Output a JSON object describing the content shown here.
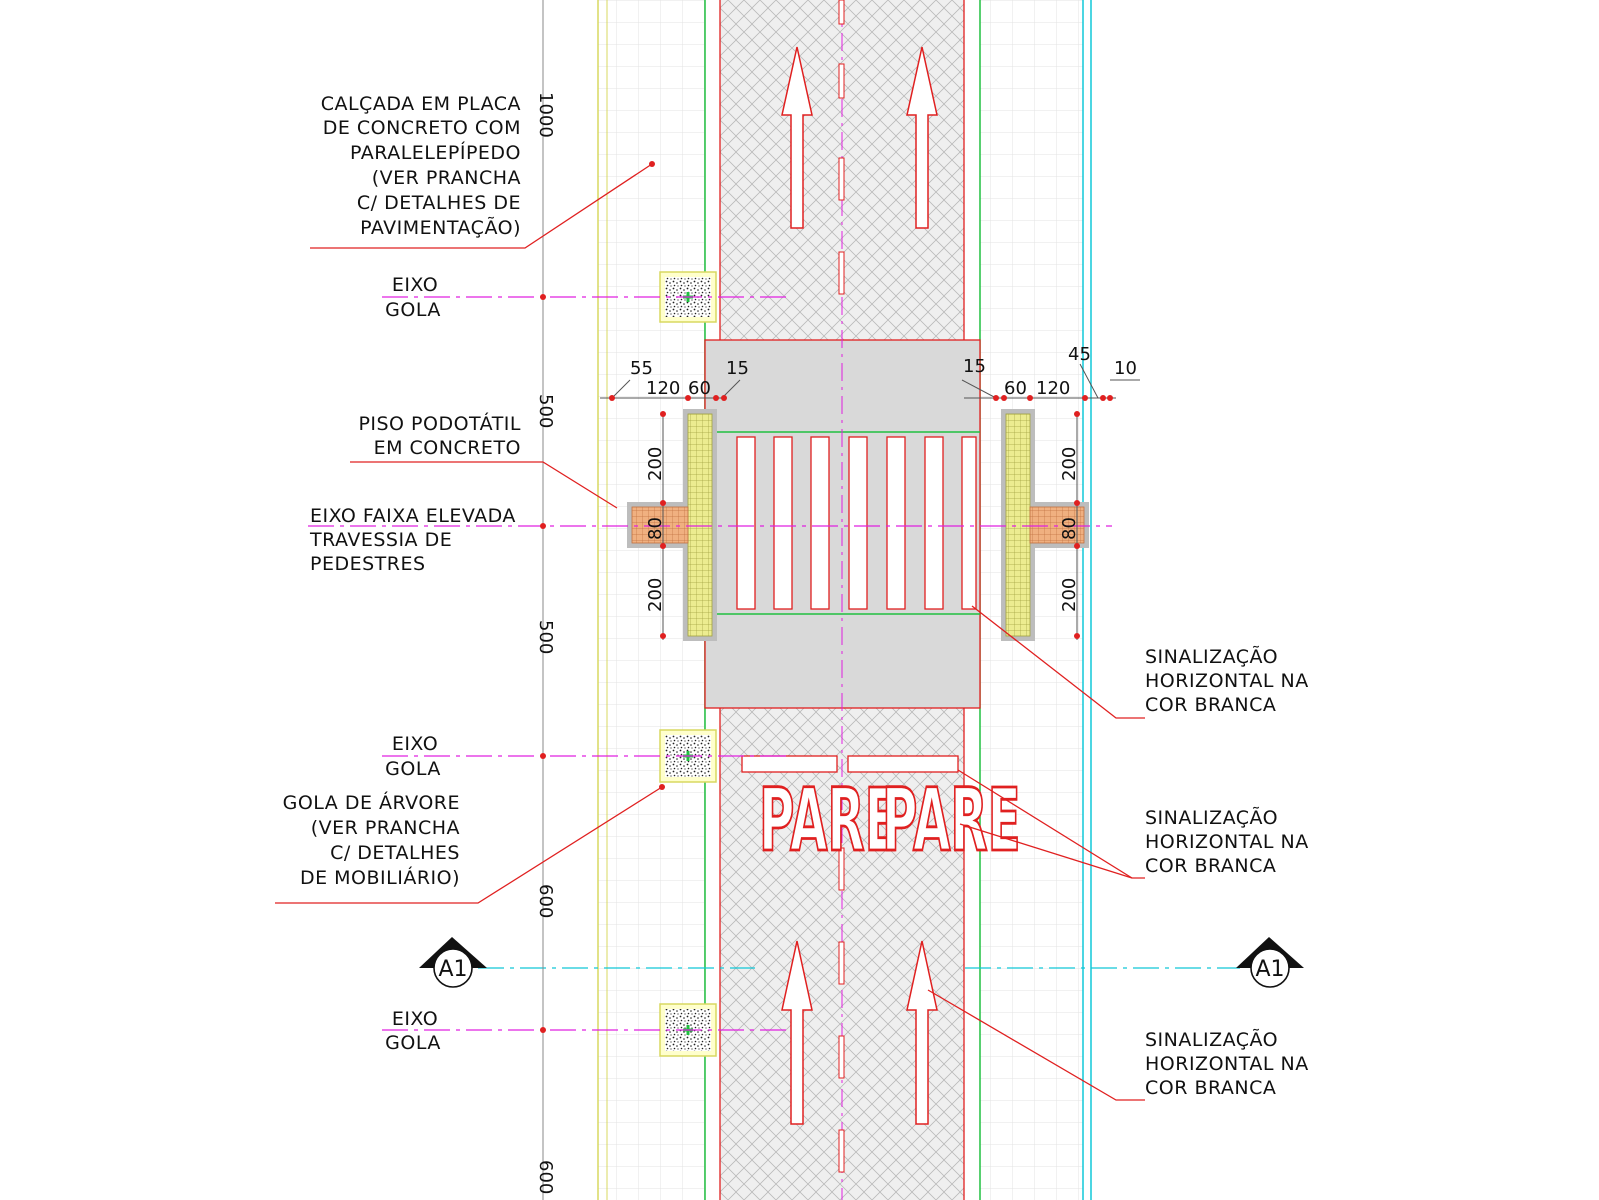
{
  "colors": {
    "red": "#e02020",
    "magenta": "#e020e0",
    "green": "#20c040",
    "cyan": "#10c8d8",
    "yellow": "#d8d860",
    "tactile": "#ecec90",
    "orange": "#f0b080",
    "grayPad": "#d9d9d9",
    "grid": "#e3e3e3"
  },
  "labels": {
    "calcada": [
      "CALÇADA EM PLACA",
      "DE CONCRETO COM",
      "PARALELEPÍPEDO",
      "(VER PRANCHA",
      "C/ DETALHES DE",
      "PAVIMENTAÇÃO)"
    ],
    "eixoGola": [
      "EIXO",
      "GOLA"
    ],
    "piso": [
      "PISO PODOTÁTIL",
      "EM CONCRETO"
    ],
    "eixoFaixa": [
      "EIXO FAIXA ELEVADA",
      "TRAVESSIA DE",
      "PEDESTRES"
    ],
    "golaArvore": [
      "GOLA DE ÁRVORE",
      "(VER PRANCHA",
      "C/ DETALHES",
      "DE MOBILIÁRIO)"
    ],
    "sinalizacao": [
      "SINALIZAÇÃO",
      "HORIZONTAL NA",
      "COR BRANCA"
    ],
    "pare": "PARE",
    "section": "A1"
  },
  "dimensions": {
    "vertical": [
      "1000",
      "500",
      "500",
      "600",
      "600"
    ],
    "leftTop": [
      "55",
      "120",
      "60",
      "15"
    ],
    "rightTop": [
      "15",
      "60",
      "120",
      "45",
      "10"
    ],
    "tactile": [
      "200",
      "80",
      "200"
    ]
  }
}
